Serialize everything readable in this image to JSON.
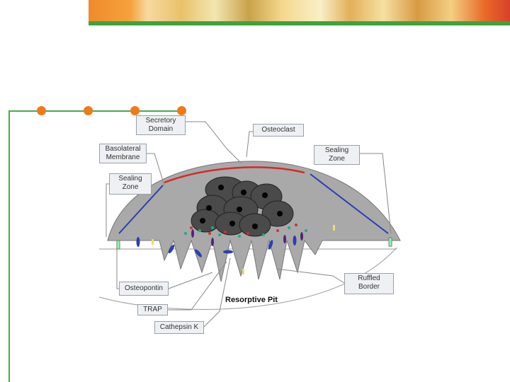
{
  "labels": {
    "secretory_domain": "Secretory Domain",
    "osteoclast": "Osteoclast",
    "basolateral_membrane": "Basolateral Membrane",
    "sealing_zone_right": "Sealing Zone",
    "sealing_zone_left": "Sealing Zone",
    "ruffled_border": "Ruffled Border",
    "osteopontin": "Osteopontin",
    "trap": "TRAP",
    "cathepsin_k": "Cathepsin K",
    "resorptive_pit": "Resorptive Pit"
  },
  "colors": {
    "accent_orange": "#f07a18",
    "accent_green": "#4aa84a",
    "cell_gray": "#a9a9a9",
    "membrane_red": "#d42a2a",
    "membrane_blue": "#2a3fb0"
  }
}
